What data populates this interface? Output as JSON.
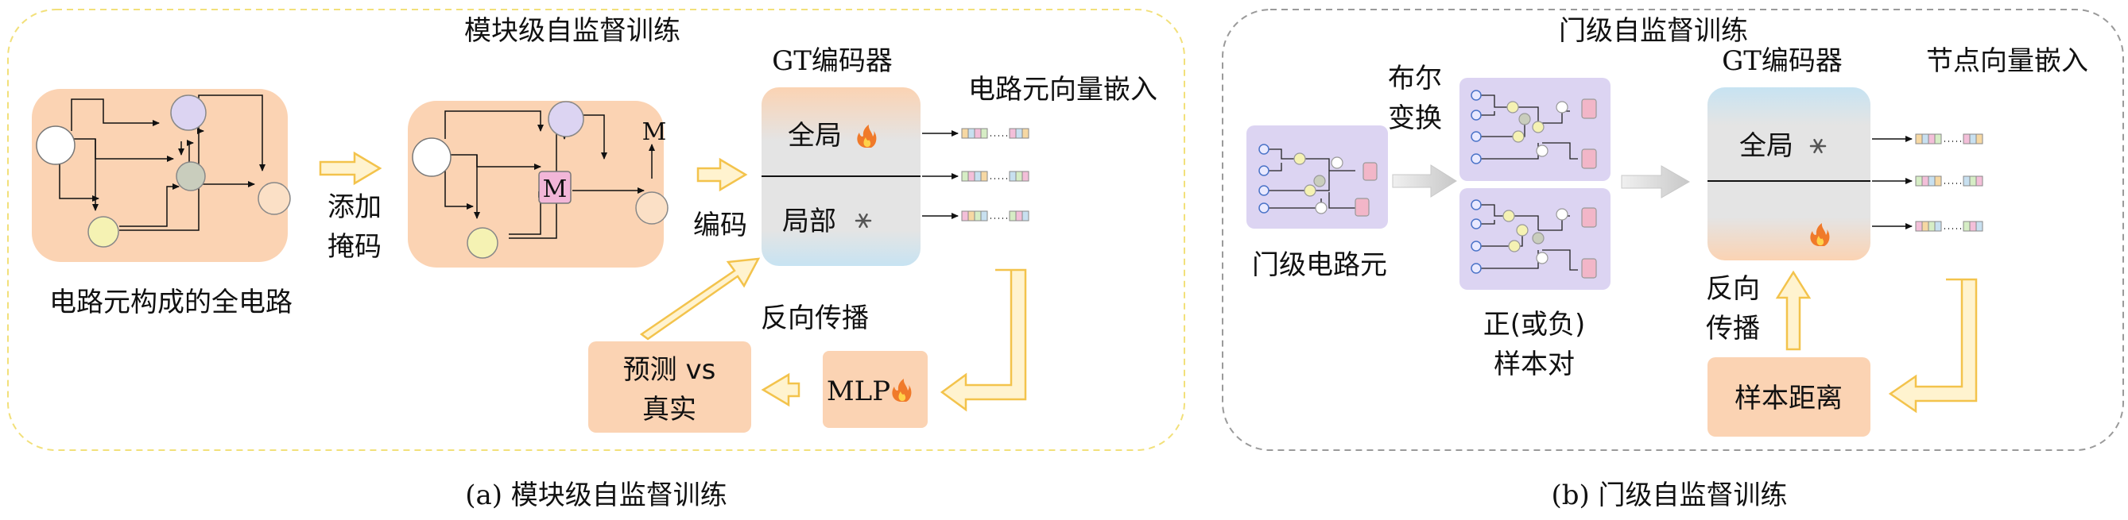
{
  "panel_a": {
    "title": "模块级自监督训练",
    "full_circuit_label": "电路元构成的全电路",
    "add_mask_line1": "添加",
    "add_mask_line2": "掩码",
    "mask_token": "M",
    "encoder_title": "GT编码器",
    "global_label": "全局",
    "local_label": "局部",
    "encode_label": "编码",
    "embedding_label": "电路元向量嵌入",
    "backprop_label": "反向传播",
    "mlp_label": "MLP",
    "predict_line1": "预测 vs",
    "predict_line2": "真实",
    "caption": "(a) 模块级自监督训练"
  },
  "panel_b": {
    "title": "门级自监督训练",
    "gate_circuit_label": "门级电路元",
    "bool_line1": "布尔",
    "bool_line2": "变换",
    "pairs_line1": "正(或负)",
    "pairs_line2": "样本对",
    "encoder_title": "GT编码器",
    "global_label": "全局",
    "embedding_label": "节点向量嵌入",
    "backprop_line1": "反向",
    "backprop_line2": "传播",
    "distance_label": "样本距离",
    "caption": "(b) 门级自监督训练"
  },
  "colors": {
    "orange_fill": "#fbd3b3",
    "purple_fill": "#dcd4f2",
    "encoder_gray": "#e4e4e4",
    "encoder_blue": "#c7e3f2",
    "arrow_yellow": "#f3c34c",
    "dashed_a": "#f2e07a",
    "dashed_b": "#9a9a9a"
  },
  "icons": {
    "fire": "fire-icon",
    "snow": "snowflake-icon"
  }
}
